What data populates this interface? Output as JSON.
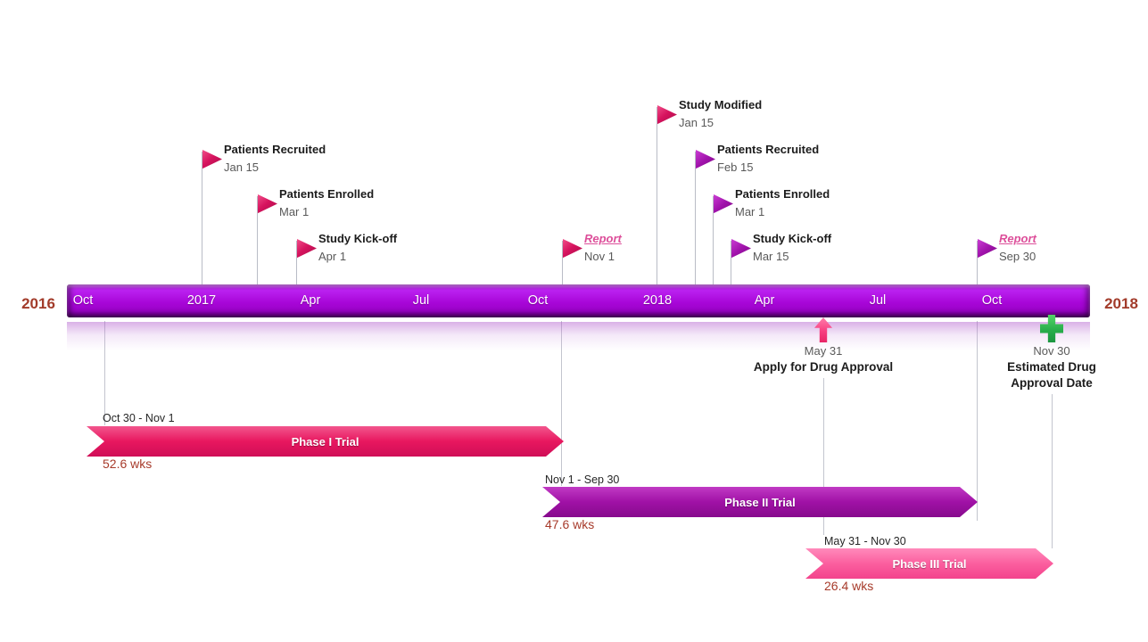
{
  "chart_data": {
    "type": "timeline",
    "time_axis": {
      "left_year": "2016",
      "right_year": "2018",
      "tick_labels": [
        "Oct",
        "2017",
        "Apr",
        "Jul",
        "Oct",
        "2018",
        "Apr",
        "Jul",
        "Oct"
      ],
      "bar_color": "#a806d8"
    },
    "milestones": [
      {
        "title": "Patients Recruited",
        "date": "Jan 15",
        "side": "above",
        "marker": "flag",
        "color": "#d6135e"
      },
      {
        "title": "Patients Enrolled",
        "date": "Mar 1",
        "side": "above",
        "marker": "flag",
        "color": "#d6135e"
      },
      {
        "title": "Study Kick-off",
        "date": "Apr 1",
        "side": "above",
        "marker": "flag",
        "color": "#d6135e"
      },
      {
        "title": "Report",
        "date": "Nov 1",
        "side": "above",
        "marker": "flag",
        "color": "#d6135e",
        "title_color": "#dd4f9a"
      },
      {
        "title": "Study Modified",
        "date": "Jan 15",
        "side": "above",
        "marker": "flag",
        "color": "#d6135e"
      },
      {
        "title": "Patients Recruited",
        "date": "Feb 15",
        "side": "above",
        "marker": "flag",
        "color": "#a012ab"
      },
      {
        "title": "Patients Enrolled",
        "date": "Mar 1",
        "side": "above",
        "marker": "flag",
        "color": "#a012ab"
      },
      {
        "title": "Study Kick-off",
        "date": "Mar 15",
        "side": "above",
        "marker": "flag",
        "color": "#a012ab"
      },
      {
        "title": "Report",
        "date": "Sep 30",
        "side": "above",
        "marker": "flag",
        "color": "#a012ab",
        "title_color": "#dd4f9a"
      },
      {
        "title": "Apply for Drug Approval",
        "date": "May 31",
        "side": "below",
        "marker": "arrow-up",
        "color": "#f2447e"
      },
      {
        "title": "Estimated Drug Approval Date",
        "title_lines": [
          "Estimated Drug",
          "Approval Date"
        ],
        "date": "Nov 30",
        "side": "below",
        "marker": "cross",
        "color": "#28a745"
      }
    ],
    "tasks": [
      {
        "name": "Phase I Trial",
        "date_range": "Oct 30 - Nov 1",
        "duration_label": "52.6 wks",
        "color": "#e8175f"
      },
      {
        "name": "Phase II Trial",
        "date_range": "Nov 1 - Sep 30",
        "duration_label": "47.6 wks",
        "color": "#a011a6"
      },
      {
        "name": "Phase III Trial",
        "date_range": "May 31 - Nov 30",
        "duration_label": "26.4 wks",
        "color": "#fb5f9f"
      }
    ]
  }
}
